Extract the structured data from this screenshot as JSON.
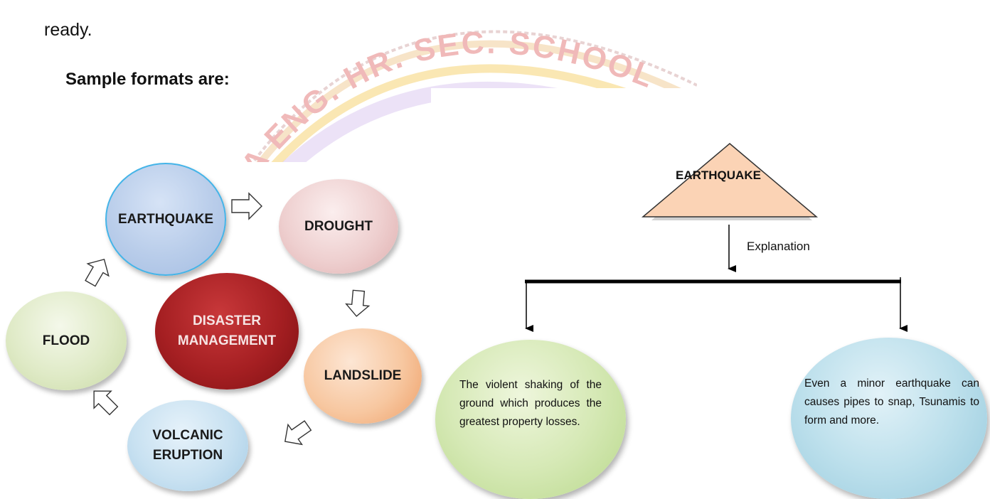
{
  "intro_text": "ready.",
  "heading": "Sample formats are:",
  "watermark": "A ENG. HR. SEC. SCHOOL",
  "cycle": {
    "center": [
      "DISASTER",
      "MANAGEMENT"
    ],
    "nodes": {
      "earthquake": "EARTHQUAKE",
      "drought": "DROUGHT",
      "landslide": "LANDSLIDE",
      "volcanic": [
        "VOLCANIC",
        "ERUPTION"
      ],
      "flood": "FLOOD"
    }
  },
  "tree": {
    "triangle_label": "EARTHQUAKE",
    "connector_label": "Explanation",
    "left_text": "The violent shaking of the ground which produces the greatest property losses.",
    "right_text": "Even a minor earthquake can causes pipes to snap, Tsunamis to form and more."
  },
  "colors": {
    "earthquake": "#b9cdea",
    "drought": "#eecfcf",
    "landslide": "#f7c7a0",
    "volcanic": "#c8e1f1",
    "flood": "#dfeac6",
    "disaster": "#a51f22",
    "triangle": "#fbd3b5",
    "watermark_red": "#d9534f",
    "watermark_gold": "#e8b23a"
  }
}
